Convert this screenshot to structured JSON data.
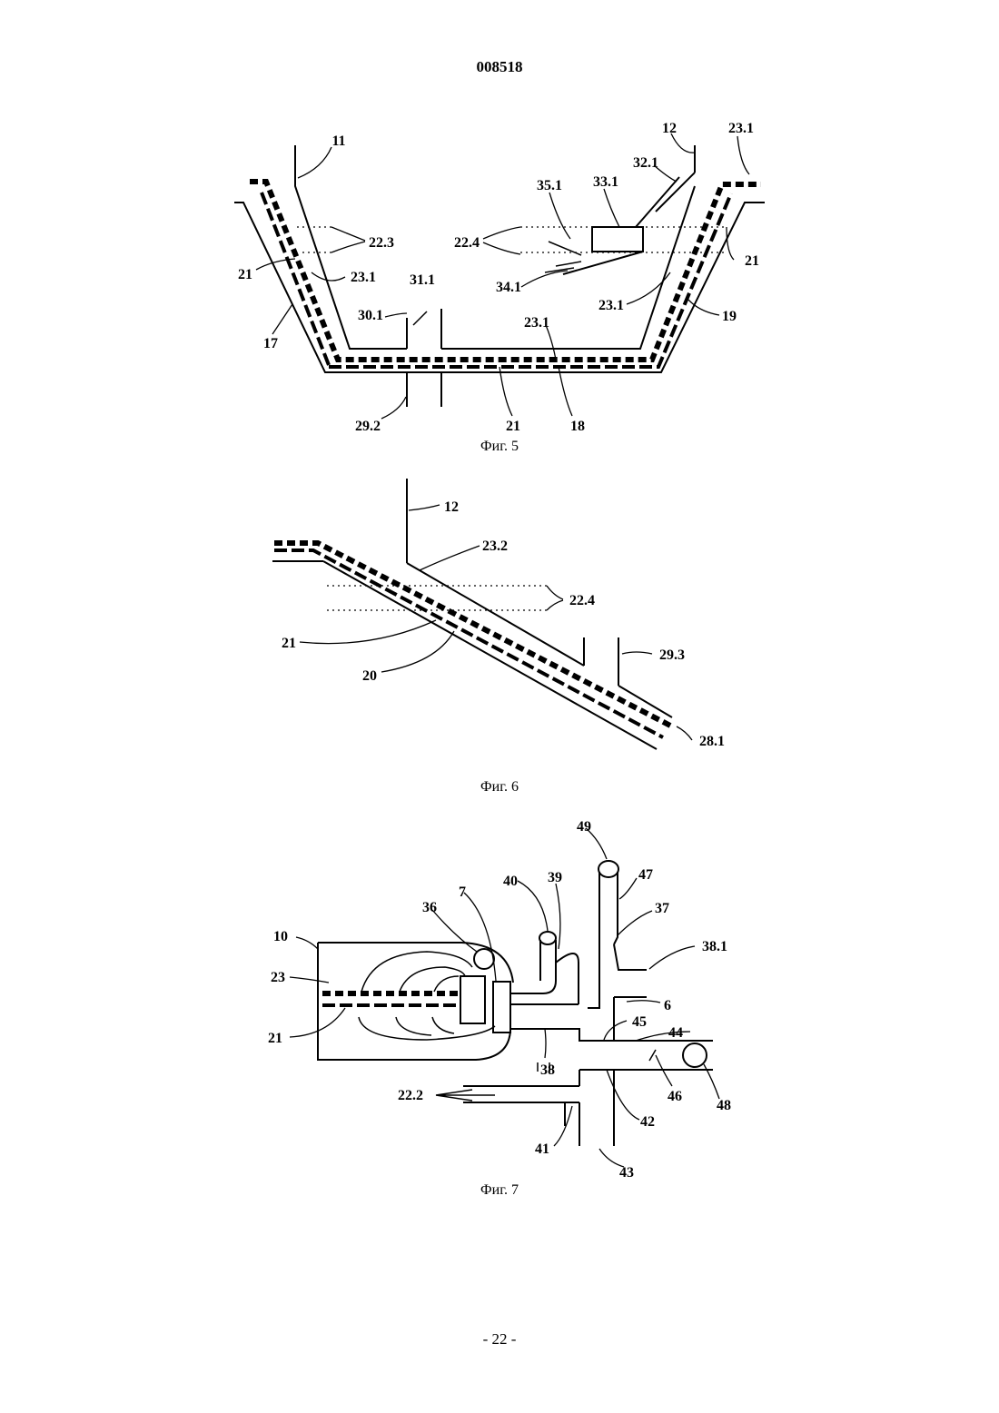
{
  "header": {
    "doc_number": "008518"
  },
  "footer": {
    "page": "- 22 -"
  },
  "fig5": {
    "caption": "Фиг. 5",
    "labels": {
      "l11": "11",
      "l12": "12",
      "l23_1_top": "23.1",
      "l32_1": "32.1",
      "l33_1": "33.1",
      "l35_1": "35.1",
      "l22_3": "22.3",
      "l22_4": "22.4",
      "l21_left": "21",
      "l21_right": "21",
      "l23_1_left": "23.1",
      "l34_1": "34.1",
      "l31_1": "31.1",
      "l30_1": "30.1",
      "l23_1_right": "23.1",
      "l19": "19",
      "l17": "17",
      "l23_1_bottom": "23.1",
      "l29_2": "29.2",
      "l21_bottom": "21",
      "l18": "18"
    }
  },
  "fig6": {
    "caption": "Фиг. 6",
    "labels": {
      "l12": "12",
      "l23_2": "23.2",
      "l22_4": "22.4",
      "l21": "21",
      "l29_3": "29.3",
      "l20": "20",
      "l28_1": "28.1"
    }
  },
  "fig7": {
    "caption": "Фиг. 7",
    "labels": {
      "l49": "49",
      "l40": "40",
      "l39": "39",
      "l47": "47",
      "l36": "36",
      "l7": "7",
      "l37": "37",
      "l10": "10",
      "l38_1": "38.1",
      "l23": "23",
      "l6": "6",
      "l44": "44",
      "l45": "45",
      "l21": "21",
      "l38": "38",
      "l22_2": "22.2",
      "l46": "46",
      "l48": "48",
      "l42": "42",
      "l41": "41",
      "l43": "43"
    }
  }
}
